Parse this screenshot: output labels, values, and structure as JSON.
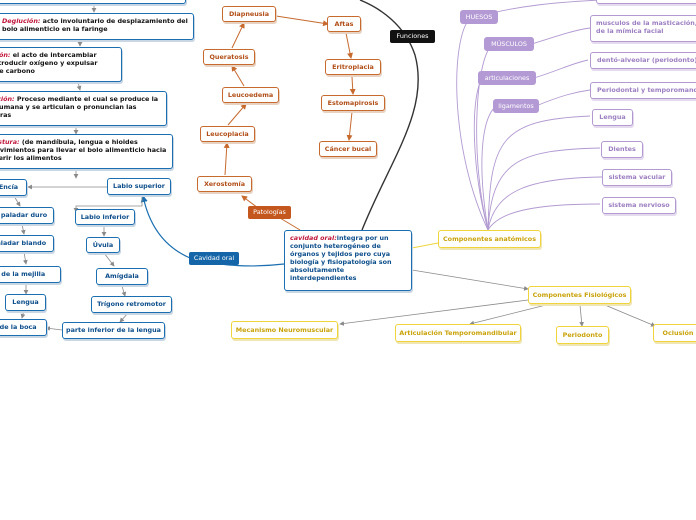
{
  "center": {
    "term": "cavidad oral:",
    "text": "integra por un conjunto heterogéneo de órganos y tejidos pero cuya biología y fisiopatología son absolutamente interdependientes"
  },
  "top": {
    "funciones": "Funciones",
    "patologias": "Patologías",
    "cavidad_oral": "Cavidad oral"
  },
  "definitions": {
    "deglucion": {
      "term": "Deglución:",
      "text": "acto involuntario de desplazamiento del bolo alimenticio en la faringe"
    },
    "respiracion": {
      "term": "Respiración:",
      "text": "el acto de intercambiar gases, introducir oxígeno y expulsar dióxido de carbono"
    },
    "fonacion": {
      "term": "Fonación:",
      "text": "Proceso mediante el cual se produce la voz humana y se articulan o pronuncian las palabras"
    },
    "masticacion": {
      "term": "Masticación/Postura:",
      "text": "(de mandíbula, lengua e hioides conjunto de movimientos para llevar el bolo alimenticio hacia la faringe y digerir los alimentos"
    }
  },
  "patologias": {
    "diapneusia": "Diapneusia",
    "queratosis": "Queratosis",
    "leucoedema": "Leucoedema",
    "leucoplacia": "Leucoplacia",
    "xerostomia": "Xerostomía",
    "aftas": "Aftas",
    "eritroplacia": "Eritroplacia",
    "estomapirosis": "Estomapirosis",
    "cancer_bucal": "Cáncer bucal"
  },
  "anatomia_izq": {
    "labio_superior": "Labio superior",
    "labio_inferior": "Labio inferior",
    "uvula": "Úvula",
    "amigdala": "Amígdala",
    "trigono": "Trígono retromotor",
    "parte_inferior_lengua": "parte inferior de la lengua",
    "encia": "Encía",
    "paladar_duro": "paladar duro",
    "paladar_blando": "paladar blando",
    "interior_mejilla": "Interior de la mejilla",
    "lengua": "Lengua",
    "piso_boca": "Piso de la boca"
  },
  "anatomicos": {
    "label": "Componentes anatómicos",
    "huesos": "HUESOS",
    "musculos": "MÚSCULOS",
    "articulaciones": "articulaciones",
    "ligamentos": "ligamentos",
    "masticacion_facial": "musculos de la masticación, de la mímica facial",
    "dento_alveolar": "dentó-alveolar (periodonto),",
    "periodontal_temporomandibular": "Periodontal y temporomandibular",
    "lengua": "Lengua",
    "dientes": "Dientes",
    "sistema_vascular": "sistema vacular",
    "sistema_nervioso": "sistema nervioso"
  },
  "fisiologicos": {
    "label": "Componentes Fisiológicos",
    "neuromuscular": "Mecanismo Neuromuscular",
    "atm": "Articulación Temporomandibular",
    "periodonto": "Periodonto",
    "oclusion": "Oclusión"
  }
}
